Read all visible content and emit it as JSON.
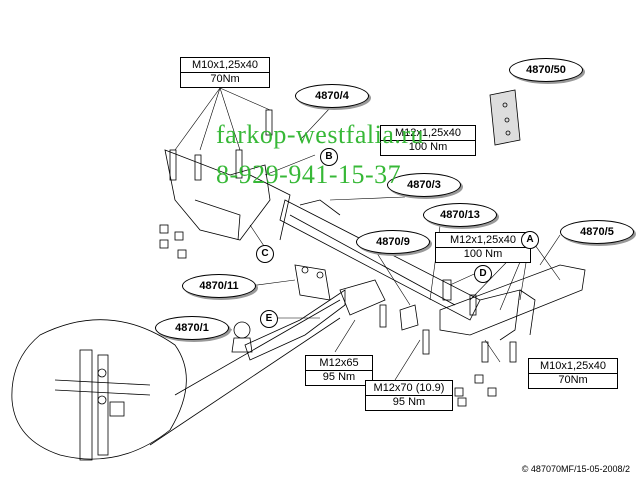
{
  "labels": {
    "part_4870_50": "4870/50",
    "part_4870_4": "4870/4",
    "part_4870_3": "4870/3",
    "part_4870_13": "4870/13",
    "part_4870_9": "4870/9",
    "part_4870_5": "4870/5",
    "part_4870_11": "4870/11",
    "part_4870_1": "4870/1"
  },
  "specs": {
    "m10_top": {
      "size": "M10x1,25x40",
      "torque": "70Nm"
    },
    "m12_top": {
      "size": "M12x1,25x40",
      "torque": "100 Nm"
    },
    "m12_mid": {
      "size": "M12x1,25x40",
      "torque": "100 Nm"
    },
    "m12x65": {
      "size": "M12x65",
      "torque": "95 Nm"
    },
    "m12x70": {
      "size": "M12x70 (10.9)",
      "torque": "95 Nm"
    },
    "m10_bottom": {
      "size": "M10x1,25x40",
      "torque": "70Nm"
    }
  },
  "letters": {
    "a": "A",
    "b": "B",
    "c": "C",
    "d": "D",
    "e": "E"
  },
  "watermark": {
    "line1": "farkop-westfalia.ru",
    "line2": "8-929-941-15-37"
  },
  "copyright": "© 487070MF/15-05-2008/2",
  "colors": {
    "watermark": "#2db52d",
    "line": "#000000",
    "shadow": "#999999"
  }
}
